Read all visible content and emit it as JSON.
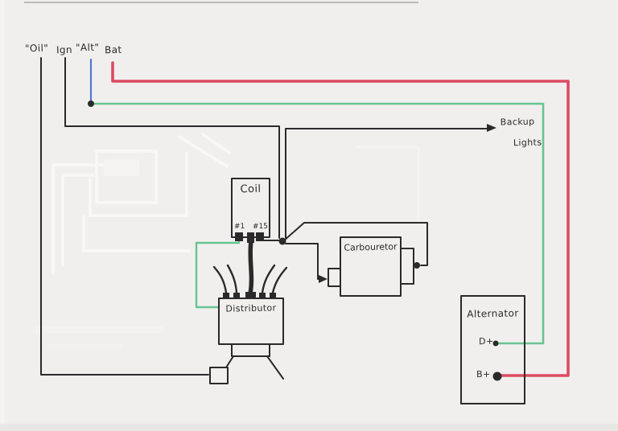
{
  "diagram": {
    "type": "hand-drawn automotive wiring diagram",
    "top_labels": {
      "oil": "\"Oil\"",
      "ign": "Ign",
      "alt": "\"Alt\"",
      "bat": "Bat"
    },
    "annotations": {
      "backup_line1": "Backup",
      "backup_line2": "Lights"
    },
    "components": {
      "coil": {
        "label": "Coil",
        "terminal_1": "#1",
        "terminal_15": "#15"
      },
      "carburetor": {
        "label": "Carbouretor"
      },
      "distributor": {
        "label": "Distributor"
      },
      "alternator": {
        "label": "Alternator",
        "terminal_d": "D+",
        "terminal_b": "B+"
      }
    },
    "colors": {
      "paper": "#f1efee",
      "ink": "#2b2a2b",
      "red_wire": "#dd4a62",
      "green_wire": "#67c493",
      "blue_wire": "#5577cc"
    }
  }
}
